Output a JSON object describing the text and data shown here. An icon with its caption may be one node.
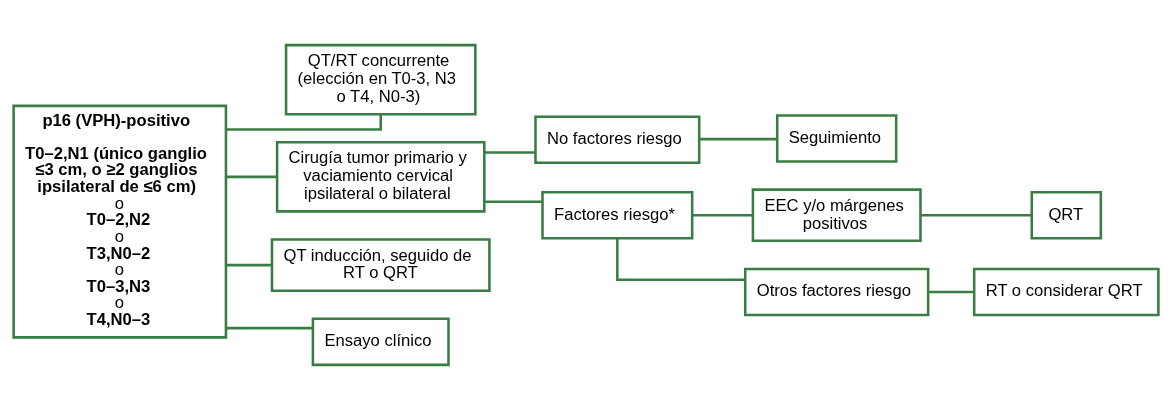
{
  "diagram": {
    "nodes": [
      {
        "text": [
          "p16 (VPH)-positivo",
          "T0–2,N1 (único ganglio  ≤3 cm, o ≥2 ganglios ipsilateral de ≤6 cm)",
          "o",
          "T0–2,N2",
          "o",
          "T3,N0–2",
          "o",
          "T0–3,N3",
          "o",
          "T4,N0–3"
        ]
      },
      {
        "text": [
          "QT/RT concurrente (elección en T0-3, N3 o T4, N0-3)"
        ]
      },
      {
        "text": [
          "Cirugía tumor primario y vaciamiento cervical ipsilateral o bilateral"
        ]
      },
      {
        "text": [
          "QT inducción, seguido de RT o QRT"
        ]
      },
      {
        "text": [
          "Ensayo clínico"
        ]
      },
      {
        "text": [
          "No factores riesgo"
        ]
      },
      {
        "text": [
          "Factores riesgo*"
        ]
      },
      {
        "text": [
          "Seguimiento"
        ]
      },
      {
        "text": [
          "EEC y/o márgenes positivos"
        ]
      },
      {
        "text": [
          "Otros factores riesgo"
        ]
      },
      {
        "text": [
          "QRT"
        ]
      },
      {
        "text": [
          "RT o considerar QRT"
        ]
      }
    ],
    "edges": [
      {
        "from": 0,
        "to": 1,
        "arrow": "none"
      },
      {
        "from": 0,
        "to": 2,
        "arrow": "none"
      },
      {
        "from": 0,
        "to": 3,
        "arrow": "none"
      },
      {
        "from": 0,
        "to": 4,
        "arrow": "none"
      },
      {
        "from": 2,
        "to": 5,
        "arrow": "none"
      },
      {
        "from": 2,
        "to": 6,
        "arrow": "none"
      },
      {
        "from": 5,
        "to": 7,
        "arrow": "none"
      },
      {
        "from": 6,
        "to": 8,
        "arrow": "none"
      },
      {
        "from": 6,
        "to": 9,
        "arrow": "none"
      },
      {
        "from": 8,
        "to": 10,
        "arrow": "none"
      },
      {
        "from": 9,
        "to": 11,
        "arrow": "none"
      }
    ]
  }
}
